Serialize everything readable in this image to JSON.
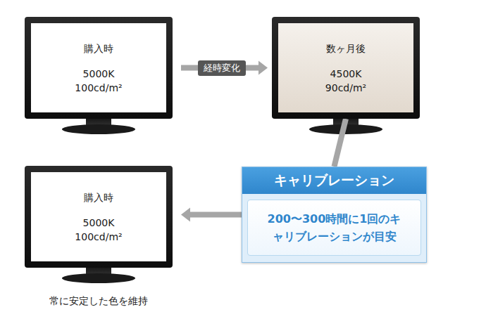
{
  "diagram": {
    "nodes": [
      {
        "text": [
          "購入時",
          "5000K",
          "100cd/m²"
        ]
      },
      {
        "text": [
          "数ヶ月後",
          "4500K",
          "90cd/m²"
        ]
      },
      {
        "text": [
          "キャリブレーション",
          "200〜300時間に1回のキャリブレーションが目安"
        ]
      },
      {
        "text": [
          "購入時",
          "5000K",
          "100cd/m²"
        ]
      }
    ],
    "edges": [
      {
        "from": 0,
        "to": 1,
        "label": "経時変化",
        "arrow": "to"
      },
      {
        "from": 1,
        "to": 2,
        "arrow": "none"
      },
      {
        "from": 2,
        "to": 3,
        "arrow": "to"
      }
    ],
    "labels": [
      "常に安定した色を維持"
    ]
  }
}
